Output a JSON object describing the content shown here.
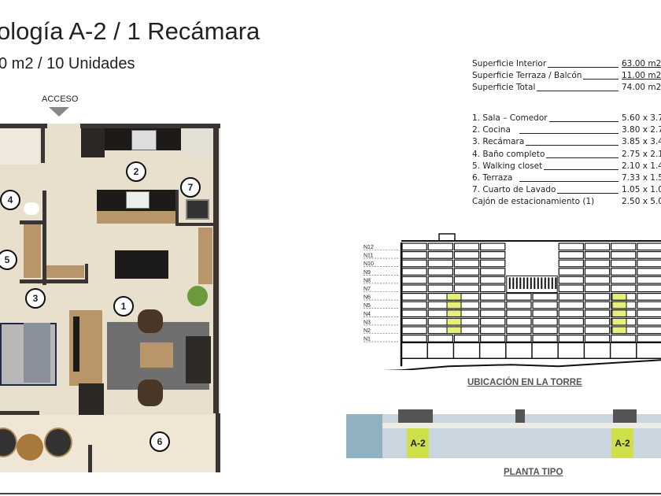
{
  "header": {
    "title": "ología A-2 / 1 Recámara",
    "subtitle": "0 m2 / 10 Unidades"
  },
  "plan": {
    "access_label": "ACCESO",
    "room_numbers": [
      "1",
      "2",
      "3",
      "4",
      "5",
      "6",
      "7"
    ]
  },
  "surfaces": [
    {
      "label": "Superficie Interior",
      "value": "63.00 m2",
      "underlined": true
    },
    {
      "label": "Superficie Terraza / Balcón",
      "value": "11.00 m2",
      "underlined": true
    },
    {
      "label": "Superficie Total",
      "value": "74.00 m2",
      "underlined": false
    }
  ],
  "rooms": [
    {
      "label": "1.   Sala – Comedor",
      "value": "5.60 x 3.7"
    },
    {
      "label": "2.   Cocina",
      "value": "3.80 x 2.7"
    },
    {
      "label": "3.   Recámara",
      "value": "3.85 x 3.4"
    },
    {
      "label": "4.   Baño completo",
      "value": "2.75 x 2.1"
    },
    {
      "label": "5.   Walking closet",
      "value": "2.10 x 1.4"
    },
    {
      "label": "6.   Terraza",
      "value": "7.33 x 1.5"
    },
    {
      "label": "7.   Cuarto de Lavado",
      "value": "1.05 x 1.0"
    },
    {
      "label": "Cajón de estacionamiento (1)",
      "value": "2.50 x 5.0",
      "noline": true
    }
  ],
  "tower": {
    "caption": "UBICACIÓN EN LA TORRE",
    "floors": [
      "N12",
      "N11",
      "N10",
      "N9",
      "N8",
      "N7",
      "N6",
      "N5",
      "N4",
      "N3",
      "N2",
      "N1"
    ],
    "highlighted_floors": [
      "N6",
      "N5",
      "N4",
      "N3",
      "N2"
    ],
    "highlight_color": "#e6f07a"
  },
  "typical_floor": {
    "caption": "PLANTA TIPO",
    "unit_labels": [
      "A-2",
      "A-2"
    ],
    "highlight_color": "#cde04a"
  }
}
